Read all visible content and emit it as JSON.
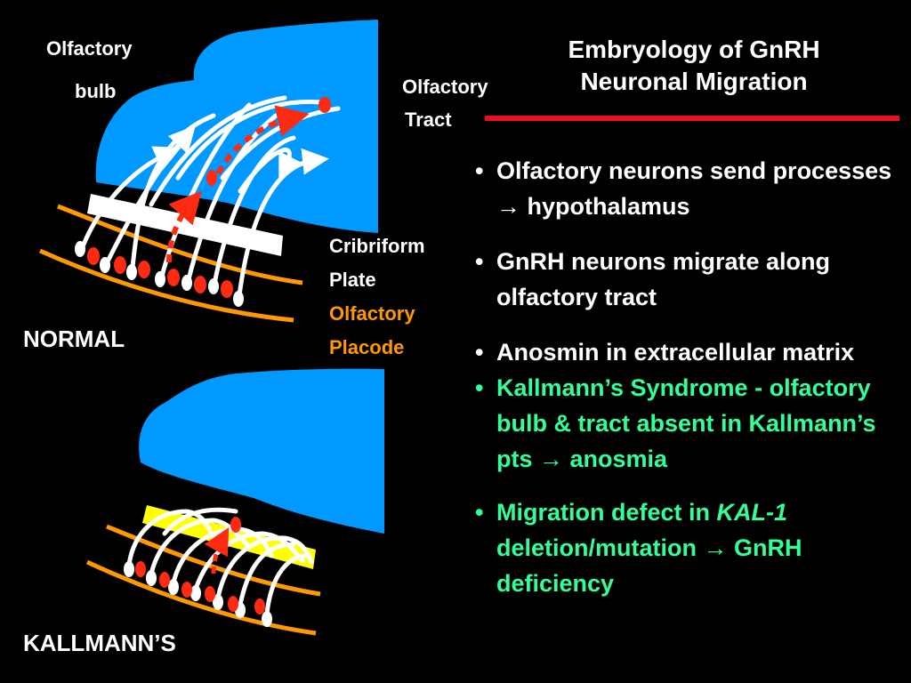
{
  "labels": {
    "olfactory_bulb_line1": "Olfactory",
    "olfactory_bulb_line2": "bulb",
    "olfactory_tract_line1": "Olfactory",
    "olfactory_tract_line2": "Tract",
    "cribriform_line1": "Cribriform",
    "cribriform_line2": "Plate",
    "placode_line1": "Olfactory",
    "placode_line2": "Placode",
    "normal": "NORMAL",
    "kallmanns": "KALLMANN’S"
  },
  "title": {
    "line1": "Embryology of GnRH",
    "line2": "Neuronal Migration"
  },
  "bullets": [
    {
      "text": " Olfactory neurons send processes → hypothalamus",
      "color": "white"
    },
    {
      "text": "GnRH neurons migrate along olfactory tract",
      "color": "white"
    },
    {
      "text": "Anosmin in extracellular matrix",
      "color": "white"
    },
    {
      "text": "Kallmann’s Syndrome - olfactory bulb & tract absent in Kallmann’s pts → anosmia",
      "color": "green"
    },
    {
      "pre": "Migration defect in ",
      "italic": "KAL-1",
      "post": " deletion/mutation → GnRH deficiency",
      "color": "green"
    }
  ],
  "colors": {
    "background": "#000000",
    "bulb_blue": "#0099ff",
    "placode_orange": "#ff9900",
    "gnrh_red": "#ff2a12",
    "title_rule_red": "#e8101e",
    "kallmann_yellow": "#ffff00",
    "bullet_green": "#33ff99"
  }
}
